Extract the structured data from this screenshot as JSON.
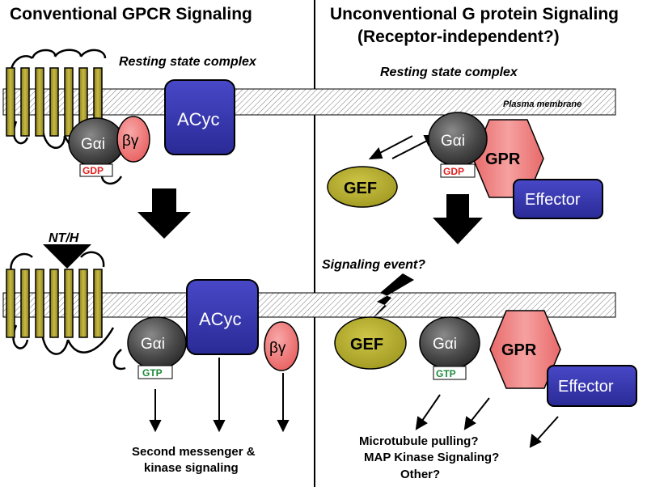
{
  "left": {
    "title": "Conventional GPCR Signaling",
    "resting_label": "Resting state complex",
    "galpha": "Gαi",
    "betagamma": "βγ",
    "gdp": "GDP",
    "acyc": "ACyc",
    "ligand": "NT/H",
    "gtp": "GTP",
    "output_line1": "Second messenger &",
    "output_line2": "kinase signaling"
  },
  "right": {
    "title_line1": "Unconventional G protein Signaling",
    "title_line2": "(Receptor-independent?)",
    "resting_label": "Resting state complex",
    "membrane_label": "Plasma membrane",
    "gef": "GEF",
    "galpha": "Gαi",
    "gdp": "GDP",
    "gpr": "GPR",
    "effector": "Effector",
    "signaling_event": "Signaling event?",
    "gtp": "GTP",
    "output_line1": "Microtubule pulling?",
    "output_line2": "MAP Kinase Signaling?",
    "output_line3": "Other?"
  },
  "colors": {
    "helix": "#b3a533",
    "galpha": "#4a4a4a",
    "betagamma": "#f27a7a",
    "acyc": "#3b3bb0",
    "gef": "#b5ad2e",
    "gpr": "#f08a8a",
    "gdp_text": "#e02020",
    "gtp_text": "#1a8a3a"
  }
}
